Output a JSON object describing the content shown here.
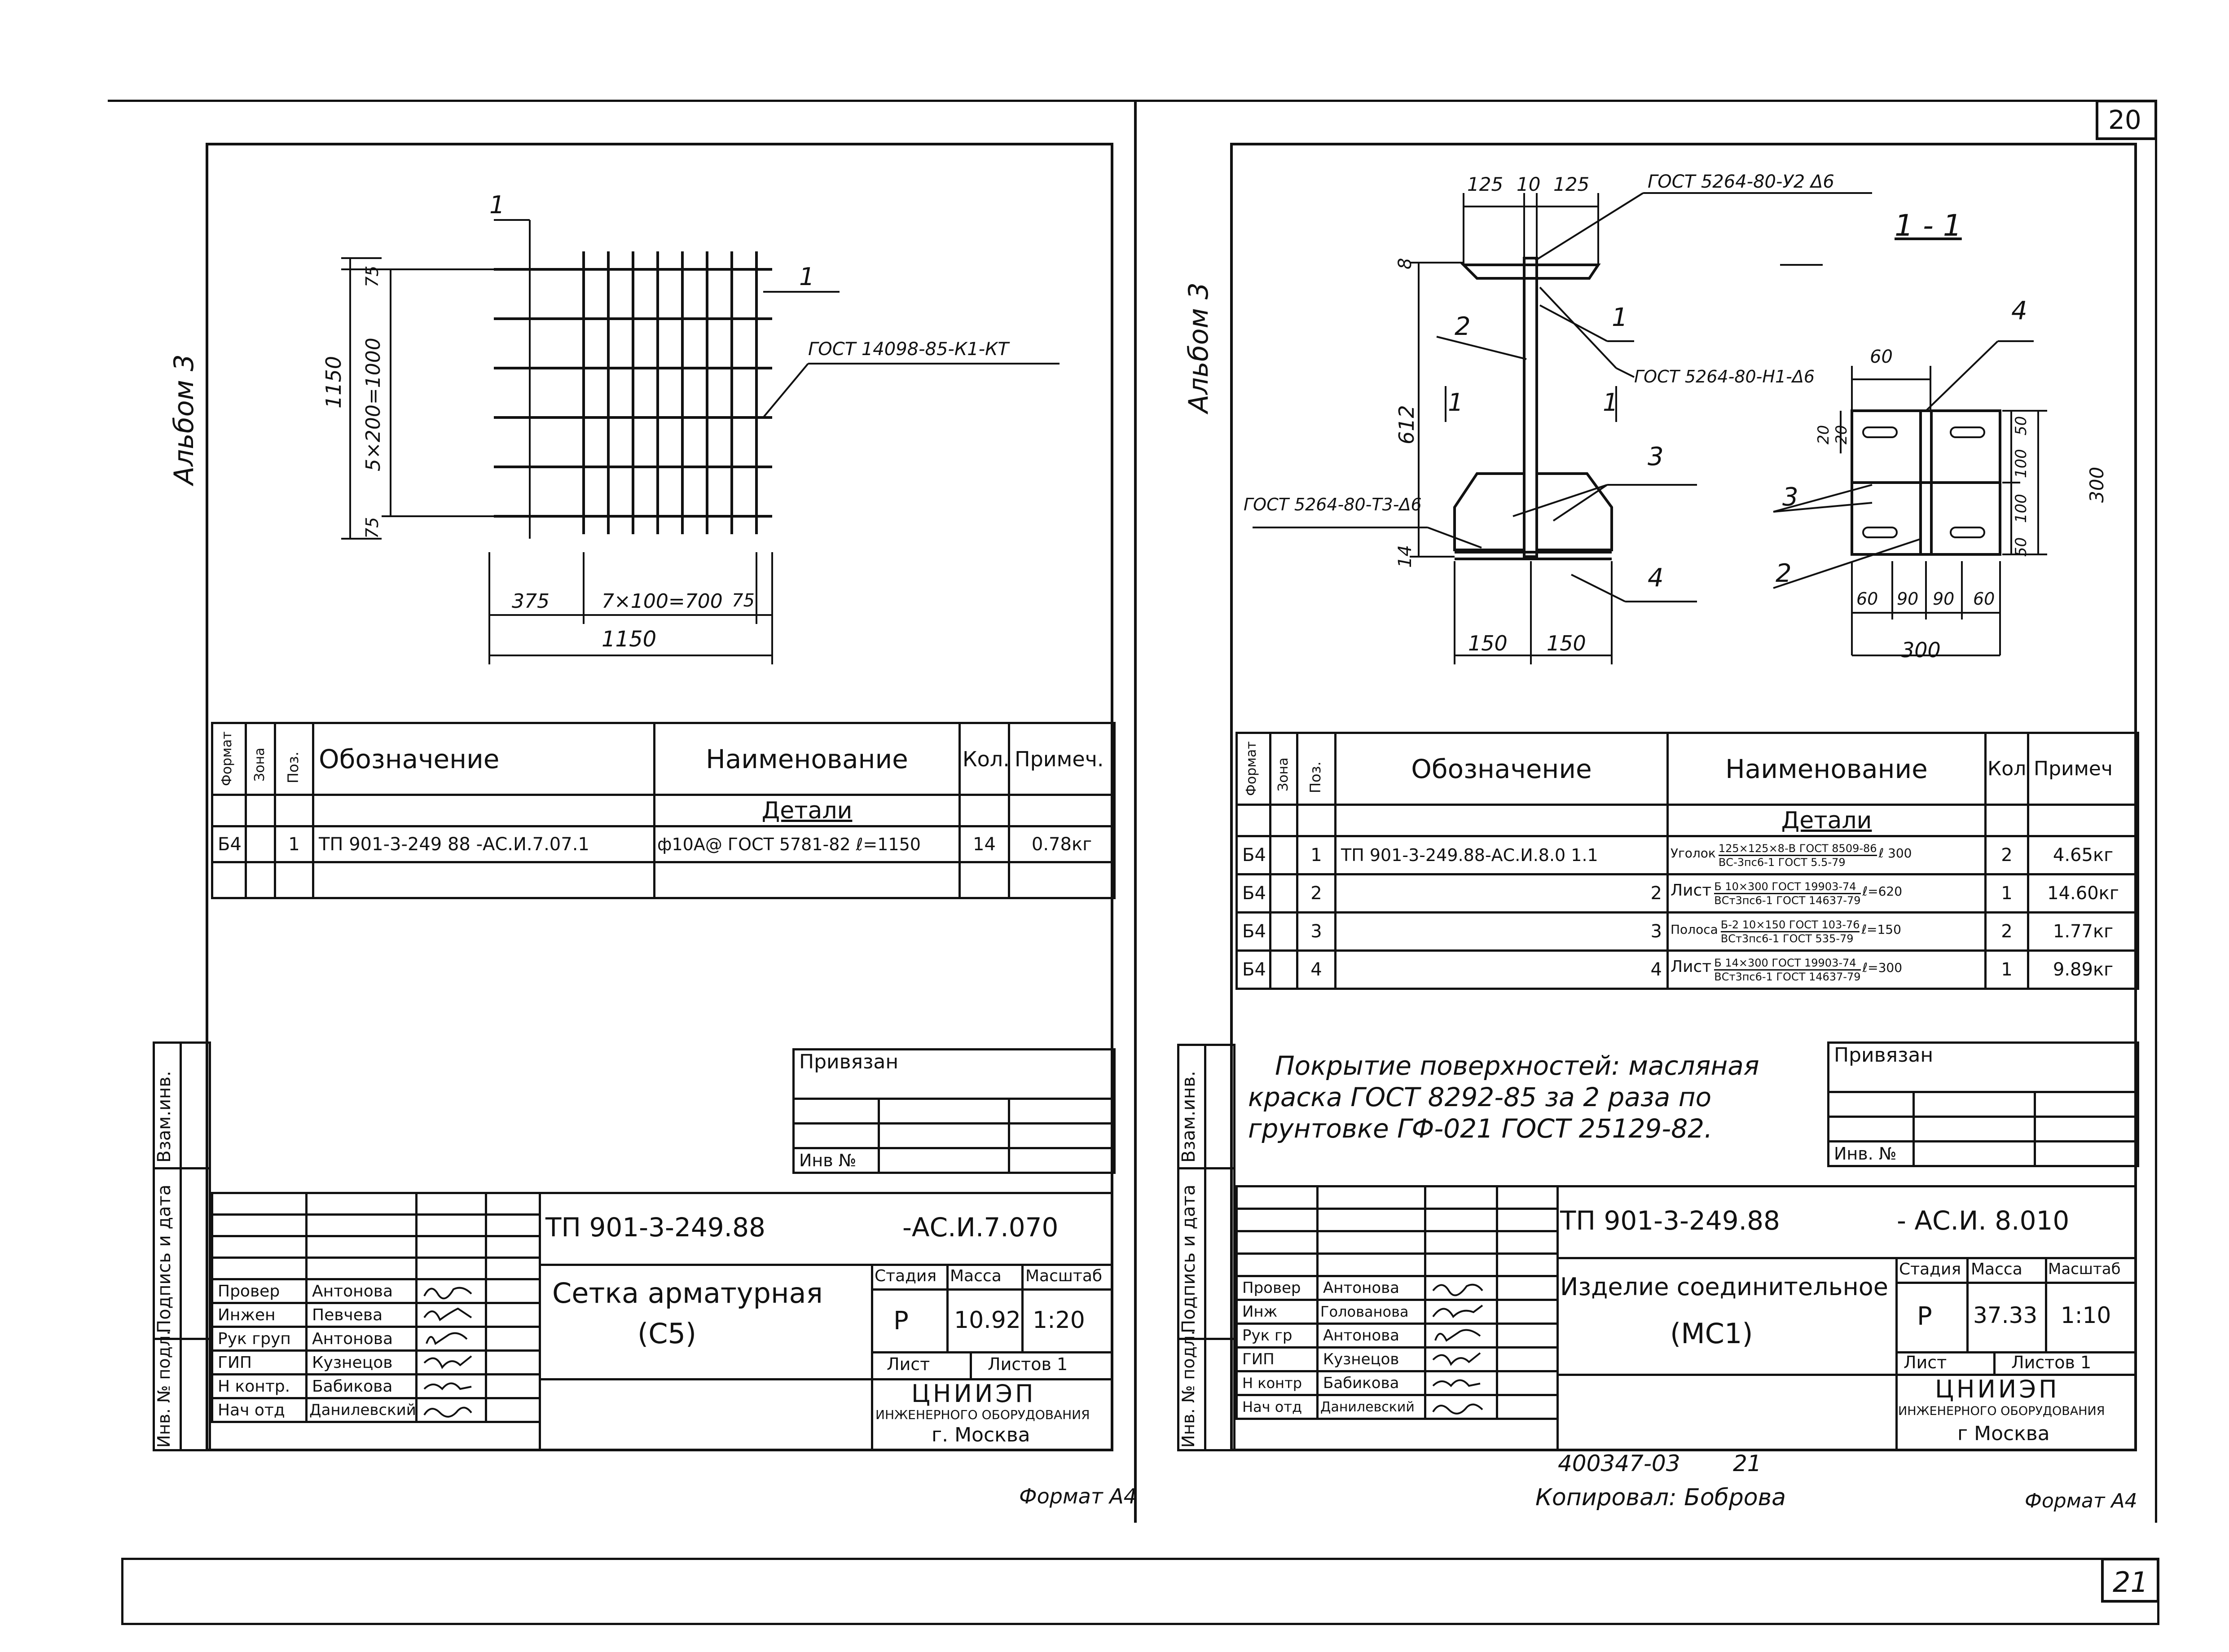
{
  "sheet_number_top": "20",
  "sheet_number_bottom": "21",
  "bottom_archive": {
    "code": "400347-03",
    "page": "21",
    "copied": "Копировал: Боброва"
  },
  "format_label": "Формат А4",
  "left": {
    "album": "Альбом 3",
    "drawing": {
      "callout_top": "1",
      "callout_right": "1",
      "gost": "ГОСТ 14098-85-К1-КТ",
      "height_total": "1150",
      "height_mid": "5×200=1000",
      "height_top": "75",
      "height_bottom": "75",
      "width_left": "375",
      "width_mid": "7×100=700",
      "width_right": "75",
      "width_total": "1150"
    },
    "spec": {
      "headers": [
        "Формат",
        "Зона",
        "Поз.",
        "Обозначение",
        "Наименование",
        "Кол.",
        "Примеч."
      ],
      "section": "Детали",
      "rows": [
        {
          "format": "Б4",
          "zone": "",
          "pos": "1",
          "designation": "ТП 901-3-249 88 -АС.И.7.07.1",
          "name": "ф10А@ ГОСТ 5781-82 ℓ=1150",
          "qty": "14",
          "note": "0.78кг"
        }
      ]
    },
    "side_labels": [
      "Взам.инв.",
      "Подпись и дата",
      "Инв. № подл."
    ],
    "privyazan": "Привязан",
    "inv_no": "Инв №",
    "doc_code": "ТП 901-3-249.88",
    "doc_suffix": "-АС.И.7.070",
    "title": [
      "Сетка арматурная",
      "(С5)"
    ],
    "stage_headers": [
      "Стадия",
      "Масса",
      "Масштаб"
    ],
    "stage": "Р",
    "mass": "10.92",
    "scale": "1:20",
    "sheet_label": "Лист",
    "sheets_label": "Листов 1",
    "org": [
      "ЦНИИЭП",
      "ИНЖЕНЕРНОГО ОБОРУДОВАНИЯ",
      "г. Москва"
    ],
    "people": [
      {
        "role": "Провер",
        "name": "Антонова"
      },
      {
        "role": "Инжен",
        "name": "Певчева"
      },
      {
        "role": "Рук груп",
        "name": "Антонова"
      },
      {
        "role": "ГИП",
        "name": "Кузнецов"
      },
      {
        "role": "Н контр.",
        "name": "Бабикова"
      },
      {
        "role": "Нач отд",
        "name": "Данилевский"
      }
    ]
  },
  "right": {
    "album": "Альбом 3",
    "drawing": {
      "section_label": "1 - 1",
      "dim_top": [
        "125",
        "10",
        "125"
      ],
      "gost_weld_top": "ГОСТ 5264-80-У2 Δ6",
      "gost_weld_mid": "ГОСТ 5264-80-Н1-Δ6",
      "gost_weld_bottom": "ГОСТ 5264-80-Т3-Δ6",
      "height": "612",
      "dim_8": "8",
      "dim_14": "14",
      "dim_bottom": [
        "150",
        "150"
      ],
      "callouts": [
        "1",
        "2",
        "3",
        "4",
        "1",
        "1"
      ],
      "plan_dims_top": "60",
      "plan_left": [
        "20",
        "20"
      ],
      "plan_right": [
        "50",
        "100",
        "100",
        "50"
      ],
      "plan_height": "300",
      "plan_bottom": [
        "60",
        "90",
        "90",
        "60"
      ],
      "plan_width": "300",
      "plan_callouts": [
        "4",
        "3",
        "2"
      ]
    },
    "spec": {
      "headers": [
        "Формат",
        "Зона",
        "Поз.",
        "Обозначение",
        "Наименование",
        "Кол.",
        "Примеч"
      ],
      "section": "Детали",
      "rows": [
        {
          "format": "Б4",
          "pos": "1",
          "designation": "ТП 901-3-249.88-АС.И.8.0 1.1",
          "type": "Уголок",
          "line1": "125×125×8-В ГОСТ 8509-86",
          "line2": "ВС-3пс6-1 ГОСТ 5.5-79",
          "len": "ℓ 300",
          "qty": "2",
          "note": "4.65кг"
        },
        {
          "format": "Б4",
          "pos": "2",
          "designation": "2",
          "type": "Лист",
          "line1": "Б 10×300 ГОСТ 19903-74",
          "line2": "ВСт3пс6-1 ГОСТ 14637-79",
          "len": "ℓ=620",
          "qty": "1",
          "note": "14.60кг"
        },
        {
          "format": "Б4",
          "pos": "3",
          "designation": "3",
          "type": "Полоса",
          "line1": "Б-2 10×150 ГОСТ 103-76",
          "line2": "ВСт3пс6-1 ГОСТ 535-79",
          "len": "ℓ=150",
          "qty": "2",
          "note": "1.77кг"
        },
        {
          "format": "Б4",
          "pos": "4",
          "designation": "4",
          "type": "Лист",
          "line1": "Б 14×300 ГОСТ 19903-74",
          "line2": "ВСт3пс6-1 ГОСТ 14637-79",
          "len": "ℓ=300",
          "qty": "1",
          "note": "9.89кг"
        }
      ]
    },
    "coating_note": [
      "Покрытие поверхностей: масляная",
      "краска ГОСТ 8292-85 за 2 раза по",
      "грунтовке ГФ-021 ГОСТ 25129-82."
    ],
    "side_labels": [
      "Взам.инв.",
      "Подпись и дата",
      "Инв. № подл."
    ],
    "privyazan": "Привязан",
    "inv_no": "Инв. №",
    "doc_code": "ТП 901-3-249.88",
    "doc_suffix": "- АС.И. 8.010",
    "title": [
      "Изделие соединительное",
      "(МС1)"
    ],
    "stage_headers": [
      "Стадия",
      "Масса",
      "Масштаб"
    ],
    "stage": "Р",
    "mass": "37.33",
    "scale": "1:10",
    "sheet_label": "Лист",
    "sheets_label": "Листов 1",
    "org": [
      "ЦНИИЭП",
      "ИНЖЕНЕРНОГО ОБОРУДОВАНИЯ",
      "г Москва"
    ],
    "people": [
      {
        "role": "Провер",
        "name": "Антонова"
      },
      {
        "role": "Инж",
        "name": "Голованова"
      },
      {
        "role": "Рук гр",
        "name": "Антонова"
      },
      {
        "role": "ГИП",
        "name": "Кузнецов"
      },
      {
        "role": "Н контр",
        "name": "Бабикова"
      },
      {
        "role": "Нач отд",
        "name": "Данилевский"
      }
    ]
  }
}
